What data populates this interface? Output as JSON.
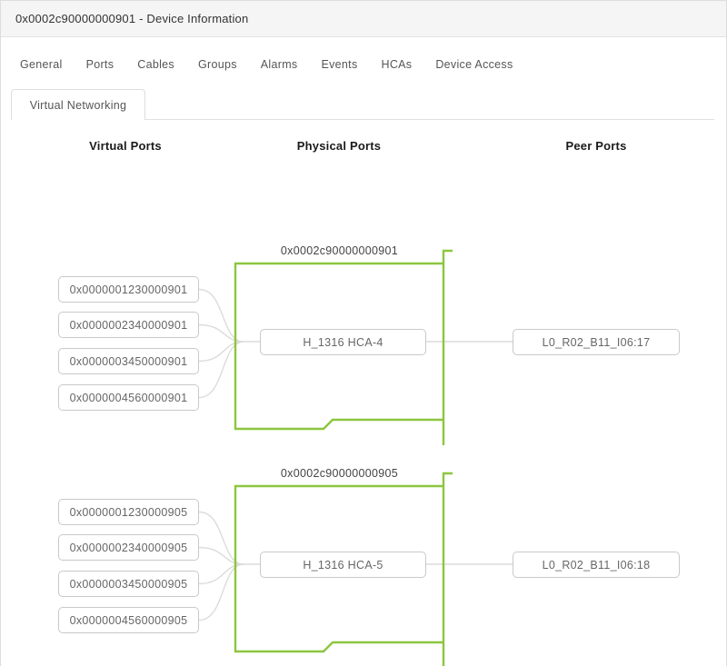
{
  "window": {
    "title": "0x0002c90000000901 - Device Information"
  },
  "tabs": {
    "row1": [
      "General",
      "Ports",
      "Cables",
      "Groups",
      "Alarms",
      "Events",
      "HCAs",
      "Device Access"
    ],
    "active": "Virtual Networking"
  },
  "column_headers": {
    "virtual": "Virtual Ports",
    "physical": "Physical Ports",
    "peer": "Peer Ports"
  },
  "groups": [
    {
      "label": "0x0002c90000000901",
      "virtual_ports": [
        "0x0000001230000901",
        "0x0000002340000901",
        "0x0000003450000901",
        "0x0000004560000901"
      ],
      "physical_port": "H_1316 HCA-4",
      "peer_port": "L0_R02_B11_I06:17"
    },
    {
      "label": "0x0002c90000000905",
      "virtual_ports": [
        "0x0000001230000905",
        "0x0000002340000905",
        "0x0000003450000905",
        "0x0000004560000905"
      ],
      "physical_port": "H_1316 HCA-5",
      "peer_port": "L0_R02_B11_I06:18"
    }
  ],
  "colors": {
    "accent_green": "#8CC63F",
    "connector_gray": "#DCDCDC",
    "box_border": "#C9C9C9",
    "header_bg": "#F5F5F5"
  }
}
